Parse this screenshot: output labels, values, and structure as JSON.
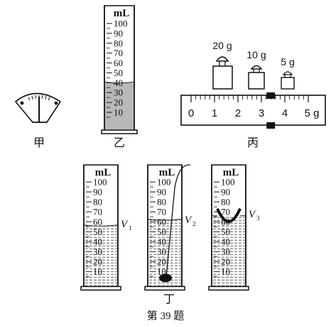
{
  "labels": {
    "jia": "甲",
    "yi": "乙",
    "bing": "丙",
    "ding": "丁",
    "caption": "第 39 题"
  },
  "cylinder_unit": "mL",
  "cylinder_scale": [
    "100",
    "90",
    "80",
    "70",
    "60",
    "50",
    "40",
    "30",
    "20",
    "10"
  ],
  "cylinder_yi": {
    "liquid_level_ml": 40
  },
  "cylinders_ding": [
    {
      "label": "V",
      "sub": "1",
      "liquid_level_ml": 56
    },
    {
      "label": "V",
      "sub": "2",
      "liquid_level_ml": 62
    },
    {
      "label": "V",
      "sub": "3",
      "liquid_level_ml": 66
    }
  ],
  "weights": [
    {
      "label": "20 g"
    },
    {
      "label": "10 g"
    },
    {
      "label": "5 g"
    }
  ],
  "ruler": {
    "ticks": [
      "0",
      "1",
      "2",
      "3",
      "4",
      "5 g"
    ],
    "rider_value_g": 3.4
  }
}
